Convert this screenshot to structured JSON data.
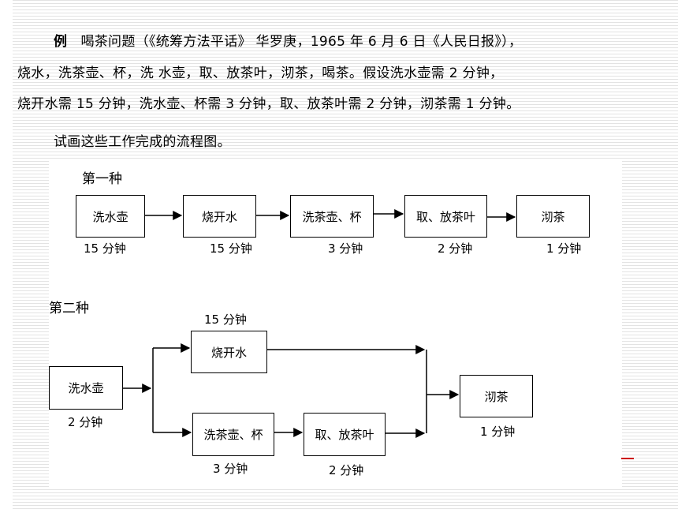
{
  "intro": {
    "label": "例",
    "line1": "喝茶问题（《统筹方法平话》 华罗庚，1965 年 6 月 6 日《人民日报》），",
    "line2": "烧水，洗茶壶、杯，洗 水壶，取、放茶叶，沏茶，喝茶。假设洗水壶需 2 分钟，",
    "line3": "烧开水需 15 分钟，洗水壶、杯需 3 分钟，取、放茶叶需 2 分钟，沏茶需 1 分钟。",
    "line4": "试画这些工作完成的流程图。"
  },
  "scheme1": {
    "heading": "第一种",
    "steps": [
      {
        "label": "洗水壶",
        "time": "15 分钟"
      },
      {
        "label": "烧开水",
        "time": "15 分钟"
      },
      {
        "label": "洗茶壶、杯",
        "time": "3 分钟"
      },
      {
        "label": "取、放茶叶",
        "time": "2 分钟"
      },
      {
        "label": "沏茶",
        "time": "1 分钟"
      }
    ]
  },
  "scheme2": {
    "heading": "第二种",
    "start": {
      "label": "洗水壶",
      "time": "2 分钟"
    },
    "boil": {
      "label": "烧开水",
      "time": "15 分钟"
    },
    "wash_cups": {
      "label": "洗茶壶、杯",
      "time": "3 分钟"
    },
    "tea_leaves": {
      "label": "取、放茶叶",
      "time": "2 分钟"
    },
    "brew": {
      "label": "沏茶",
      "time": "1 分钟"
    }
  },
  "colors": {
    "background": "#ffffff",
    "line": "#000000",
    "accent_mark": "#cc0000"
  }
}
